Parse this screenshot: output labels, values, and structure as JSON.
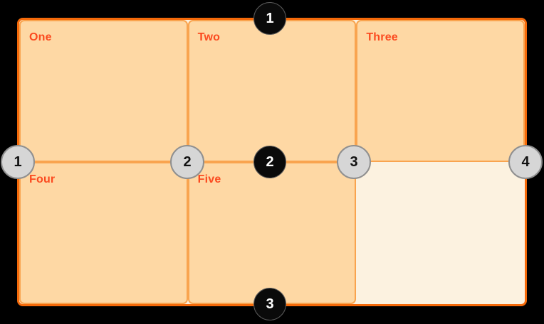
{
  "diagram": {
    "description": "grid line numbering diagram"
  },
  "colors": {
    "background": "#000000",
    "container_border": "#f56a0a",
    "container_background": "#fcf2e0",
    "cell_background": "#fed8a4",
    "cell_border": "#f9a44f",
    "cell_label": "#fb4a1f",
    "row_badge_background": "#0a0a0a",
    "row_badge_text": "#ffffff",
    "column_badge_background": "#d6d6d6",
    "column_badge_border": "#8f8f8f",
    "column_badge_text": "#111111"
  },
  "cells": [
    {
      "label": "One"
    },
    {
      "label": "Two"
    },
    {
      "label": "Three"
    },
    {
      "label": "Four"
    },
    {
      "label": "Five"
    },
    {
      "label": ""
    }
  ],
  "row_lines": [
    {
      "number": "1"
    },
    {
      "number": "2"
    },
    {
      "number": "3"
    }
  ],
  "column_lines": [
    {
      "number": "1"
    },
    {
      "number": "2"
    },
    {
      "number": "3"
    },
    {
      "number": "4"
    }
  ]
}
